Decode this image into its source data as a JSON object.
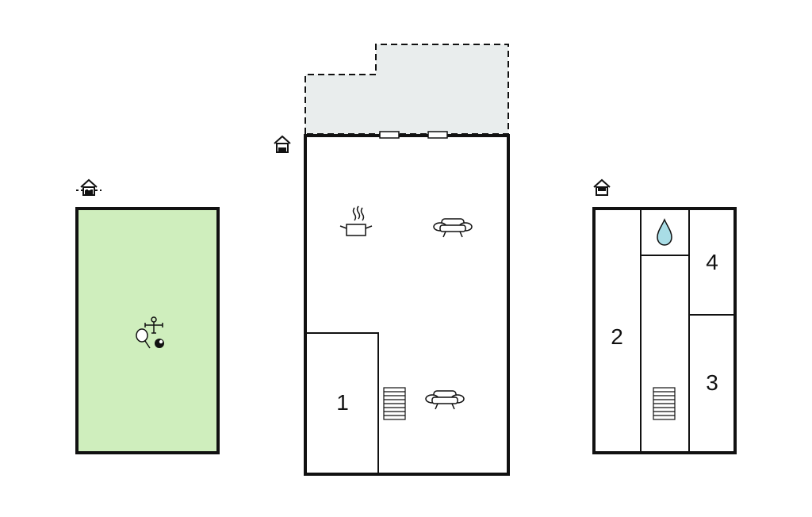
{
  "colors": {
    "wall": "#111111",
    "background": "#ffffff",
    "annex_fill": "#cfeebd",
    "terrace_fill": "#e9eded",
    "shower_fill": "#a9dde6"
  },
  "buildings": [
    {
      "name": "annex",
      "floor_icon": "house-basement-icon",
      "room_icons": [
        "table-football-icon",
        "table-tennis-icon",
        "billiard-ball-icon"
      ]
    },
    {
      "name": "main",
      "floor_icon": "house-ground-floor-icon",
      "terrace": "dashed-outline",
      "room_icons": [
        "cooking-pot-icon",
        "sofa-icon",
        "sofa-icon",
        "stairs-icon"
      ]
    },
    {
      "name": "upper",
      "floor_icon": "house-upper-floor-icon",
      "room_icons": [
        "shower-drop-icon",
        "stairs-icon"
      ]
    }
  ],
  "rooms": {
    "main_r1": "1",
    "upper_r2": "2",
    "upper_r3": "3",
    "upper_r4": "4"
  }
}
